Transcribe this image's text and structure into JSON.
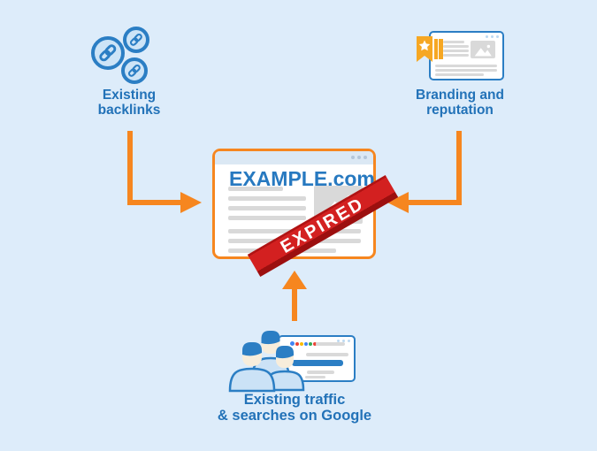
{
  "diagram": {
    "title_domain": "EXAMPLE.com",
    "ribbon_text": "EXPIRED",
    "nodes": {
      "backlinks": {
        "label_line1": "Existing",
        "label_line2": "backlinks",
        "icon": "chain-link-icon"
      },
      "branding": {
        "label_line1": "Branding and",
        "label_line2": "reputation",
        "icon": "bookmarked-page-icon"
      },
      "traffic": {
        "label_line1": "Existing traffic",
        "label_line2": "& searches on Google",
        "icon": "people-search-icon"
      }
    }
  },
  "colors": {
    "background": "#ddecfa",
    "accent_orange": "#f6861f",
    "brand_blue": "#2b7ec4",
    "label_blue": "#2272b8",
    "light_blue_fill": "#cde4f7",
    "ribbon_red": "#d32020",
    "ribbon_red_dark": "#9c0f0f",
    "placeholder_gray": "#d9d9d9",
    "bookmark_orange": "#f6a723",
    "face_tone": "#f7eddb",
    "google_dot_colors": [
      "#4285F4",
      "#EA4335",
      "#FBBC05",
      "#4285F4",
      "#34A853",
      "#EA4335"
    ]
  }
}
